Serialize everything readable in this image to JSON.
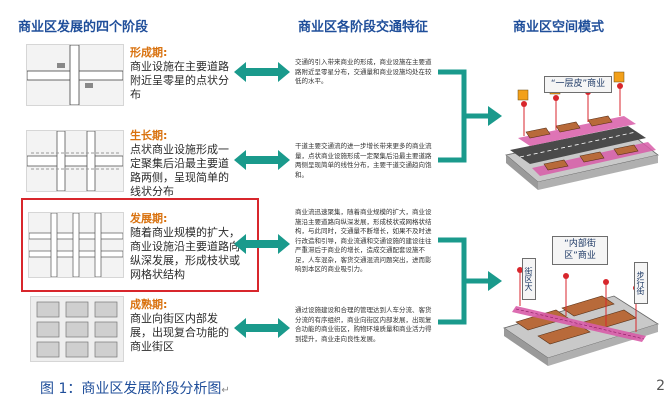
{
  "headers": {
    "stages": "商业区发展的四个阶段",
    "traffic": "商业区各阶段交通特征",
    "space": "商业区空间模式"
  },
  "stages": [
    {
      "title": "形成期:",
      "desc": "商业设施在主要道路附近呈零星的点状分布",
      "traffic": "交通的引入带来商业的形成，商业设施在主要道路附近呈零星分布，交通量和商业设施均处在较低的水平。"
    },
    {
      "title": "生长期:",
      "desc": "点状商业设施形成一定聚集后沿最主要道路两侧，呈现简单的线状分布",
      "traffic": "干道主要交通流的进一步增长带来更多的商业流量，点状商业设施形成一定聚集后沿最主要道路两侧呈现简单的线性分布，主要干道交通趋向饱和。"
    },
    {
      "title": "发展期:",
      "desc": "随着商业规模的扩大，商业设施沿主要道路向纵深发展，形成枝状或网格状结构",
      "traffic": "商业流迅速聚集，随着商业规模的扩大，商业设施沿主要道路向纵深发展，形成枝状或网格状结构，与此同时，交通量不断增长，如果不及时进行改造和引导，商业流通和交通设施的建设往往严重滞后于商业的增长，造成交通配套设施不足，人车混杂，客货交通混流问题突出，进而影响到本区的商业吸引力。"
    },
    {
      "title": "成熟期:",
      "desc": "商业向街区内部发展，出现复合功能的商业街区",
      "traffic": "通过设施建设和合理的管理达到人车分流、客货分流的有序组织，商业向街区内部发展，出现复合功能的商业街区，购物环境质量和商业活力得到提升，商业走向良性发展。"
    }
  ],
  "callouts": {
    "top": "“一层皮”商业",
    "bottom": "“内部街区”商业",
    "street_left": "街区大",
    "street_right": "步行街"
  },
  "caption": "图 1：商业区发展阶段分析图",
  "caption_mark": "↵",
  "page_number": "2",
  "colors": {
    "header_blue": "#1f4e9a",
    "stage_orange": "#d9720f",
    "arrow_teal": "#1a9a8c",
    "highlight_red": "#d8262c",
    "pink_street": "#d85ca8"
  }
}
